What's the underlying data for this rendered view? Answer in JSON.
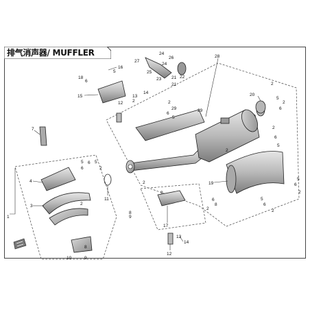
{
  "title": "排气消声器/ MUFFLER",
  "callouts": {
    "c1": "1",
    "c2a": "2",
    "c2b": "2",
    "c2c": "2",
    "c2d": "2",
    "c2e": "2",
    "c2f": "2",
    "c2g": "2",
    "c2h": "2",
    "c2i": "2",
    "c2j": "2",
    "c2k": "2",
    "c2l": "2",
    "c3": "3",
    "c4": "4",
    "c5a": "5",
    "c5b": "5",
    "c5c": "5",
    "c5d": "5",
    "c5e": "5",
    "c5f": "5",
    "c5g": "5",
    "c5h": "5",
    "c6a": "6",
    "c6b": "6",
    "c6c": "6",
    "c6d": "6",
    "c6e": "6",
    "c6f": "6",
    "c6g": "6",
    "c6h": "6",
    "c6i": "6",
    "c7": "7",
    "c8a": "8",
    "c8b": "8",
    "c8c": "8",
    "c9a": "9",
    "c9b": "9",
    "c9c": "9",
    "c10": "10",
    "c11": "11",
    "c12a": "12",
    "c12b": "12",
    "c13a": "13",
    "c13b": "13",
    "c14a": "14",
    "c14b": "14",
    "c15": "15",
    "c16": "16",
    "c17": "17",
    "c18": "18",
    "c19": "19",
    "c20": "20",
    "c21a": "21",
    "c21b": "21",
    "c22": "22",
    "c23": "23",
    "c24a": "24",
    "c24b": "24",
    "c25": "25",
    "c26": "26",
    "c27": "27",
    "c28": "28",
    "c29a": "29",
    "c29b": "29"
  },
  "colors": {
    "line": "#222222",
    "part_fill": "#c9c9c9",
    "part_shade": "#8d8d8d",
    "frame": "#444444"
  },
  "icons": {
    "orientation_mark": "direction-arrow-icon"
  }
}
